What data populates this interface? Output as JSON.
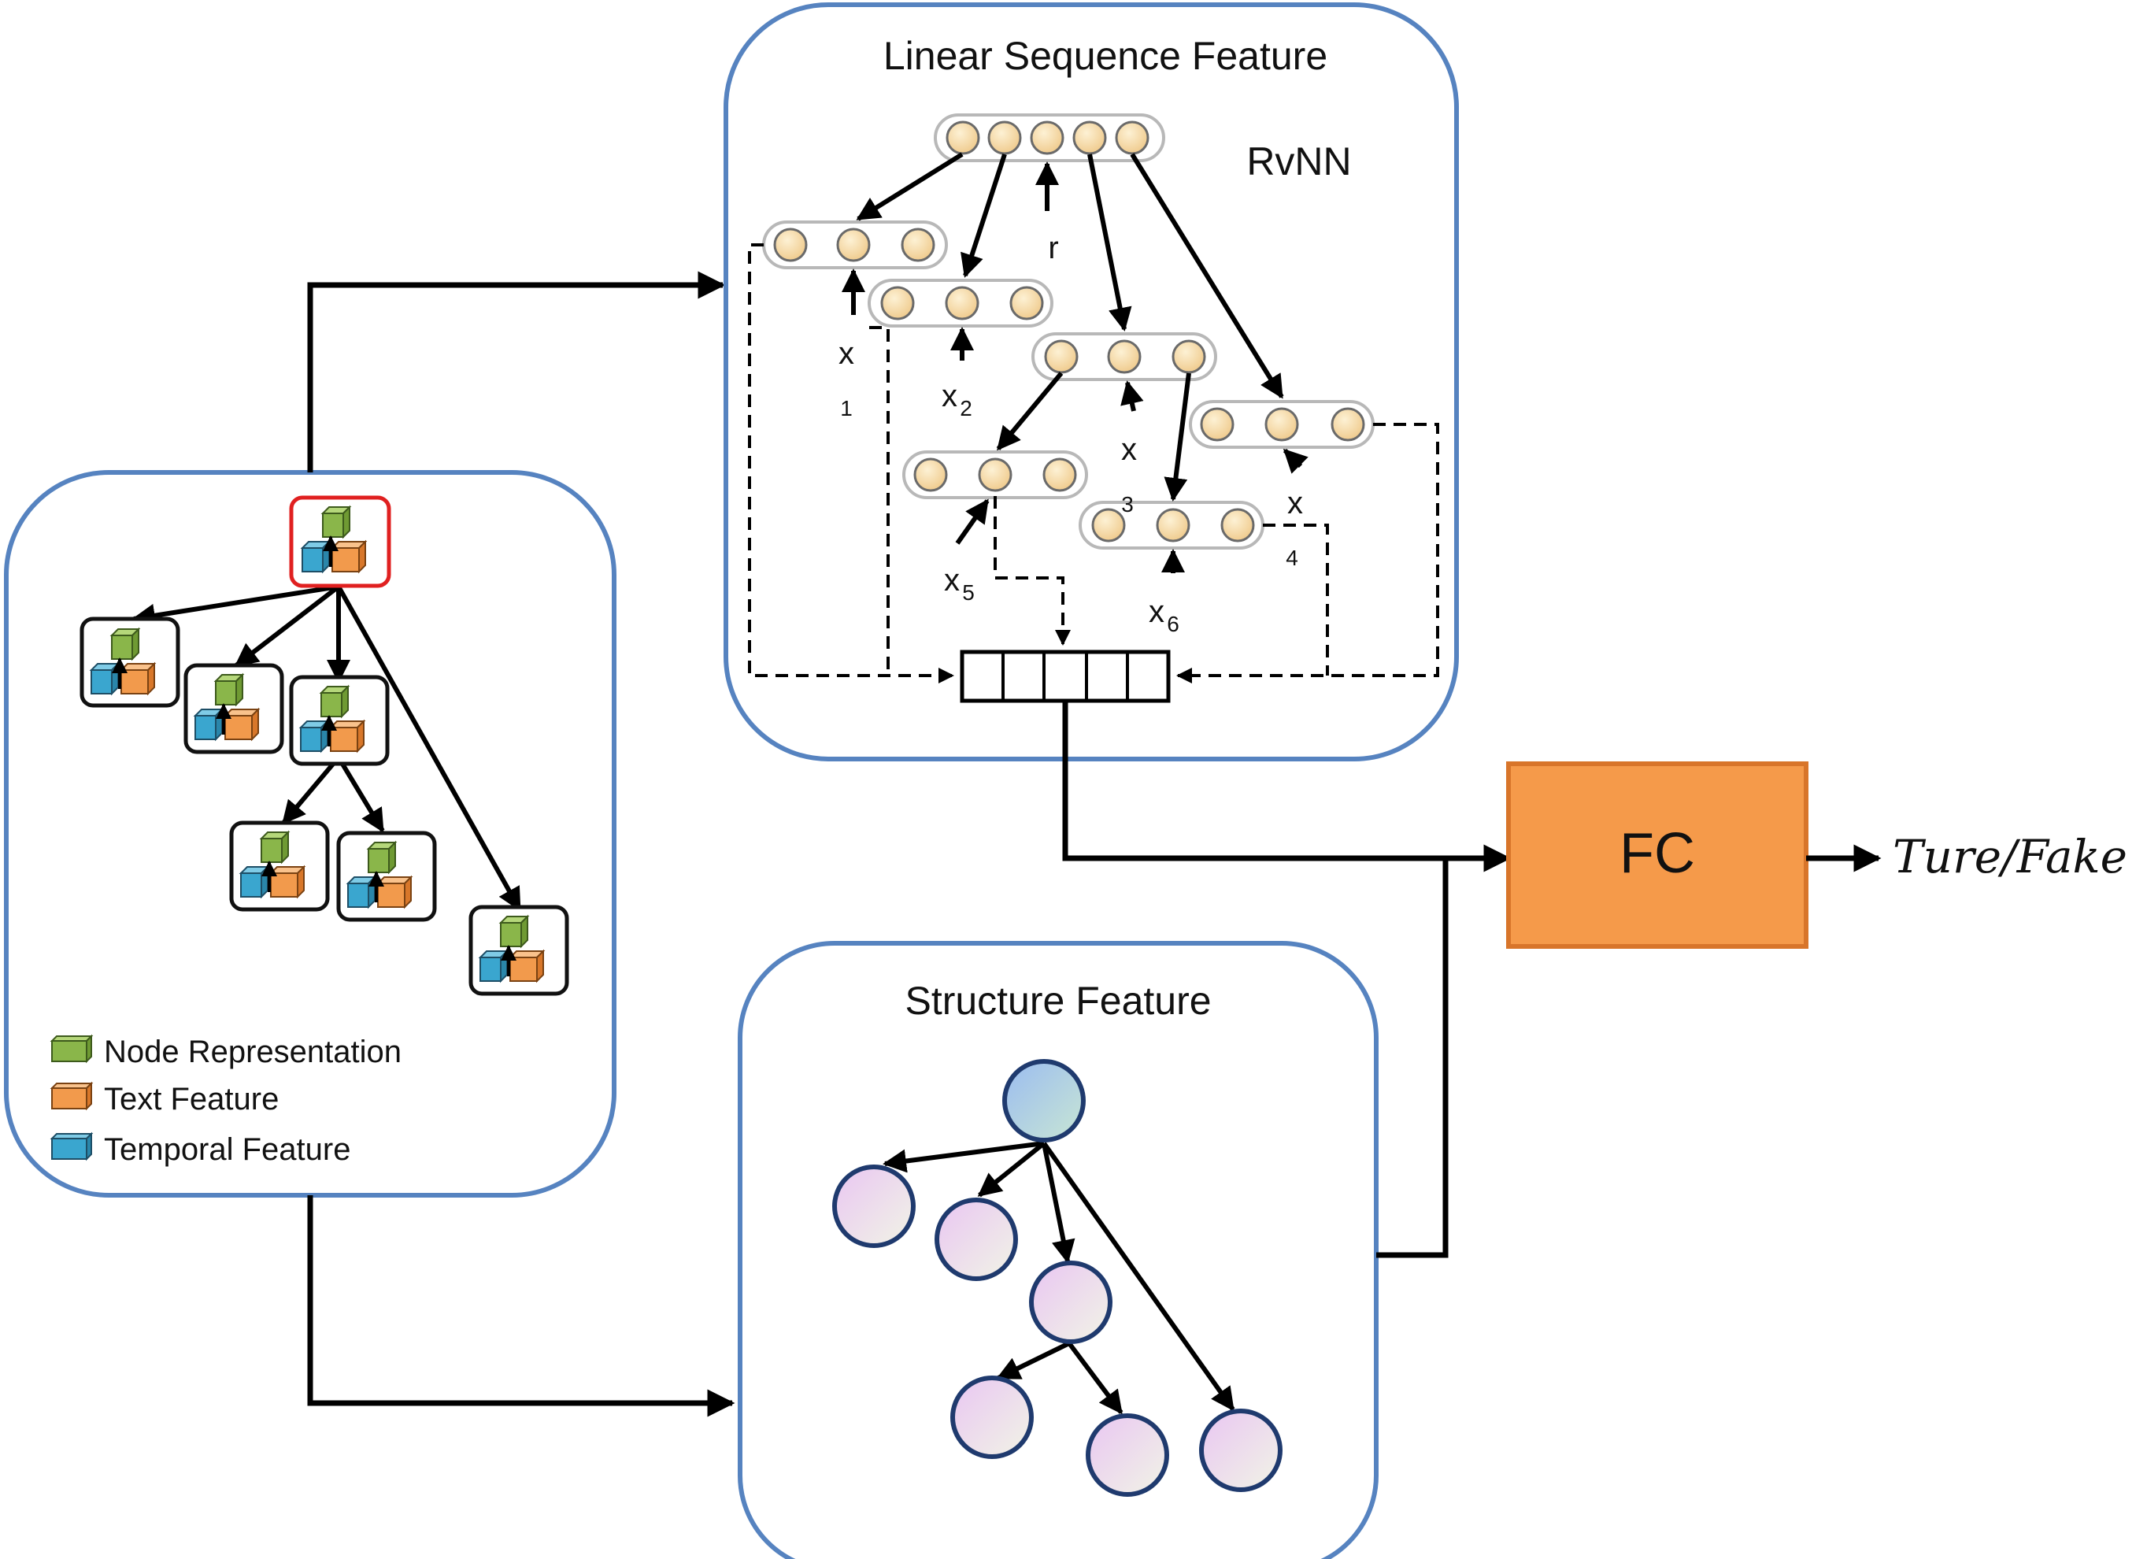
{
  "titles": {
    "linear_sequence": "Linear Sequence Feature",
    "rvnn": "RvNN",
    "structure": "Structure Feature",
    "fc": "FC",
    "output": "Ture/Fake"
  },
  "rvnn_labels": {
    "r": "r",
    "x1": "x",
    "x1_sub": "1",
    "x2": "x",
    "x2_sub": "2",
    "x3": "x",
    "x3_sub": "3",
    "x4": "x",
    "x4_sub": "4",
    "x5": "x",
    "x5_sub": "5",
    "x6": "x",
    "x6_sub": "6"
  },
  "legend": {
    "node_representation": "Node Representation",
    "text_feature": "Text Feature",
    "temporal_feature": "Temporal Feature"
  },
  "colors": {
    "panel_border": "#5683c0",
    "fc_fill": "#f59a4a",
    "fc_border": "#d8752a",
    "cube_green": "#8ab64a",
    "cube_orange": "#f29a4c",
    "cube_blue": "#3aa6cf",
    "root_highlight": "#e02020",
    "neuron_fill": "#f6dca8",
    "tree_root": "#a9c6ee",
    "tree_child": "#e6d8f0",
    "tree_stroke": "#1f3a6e"
  }
}
